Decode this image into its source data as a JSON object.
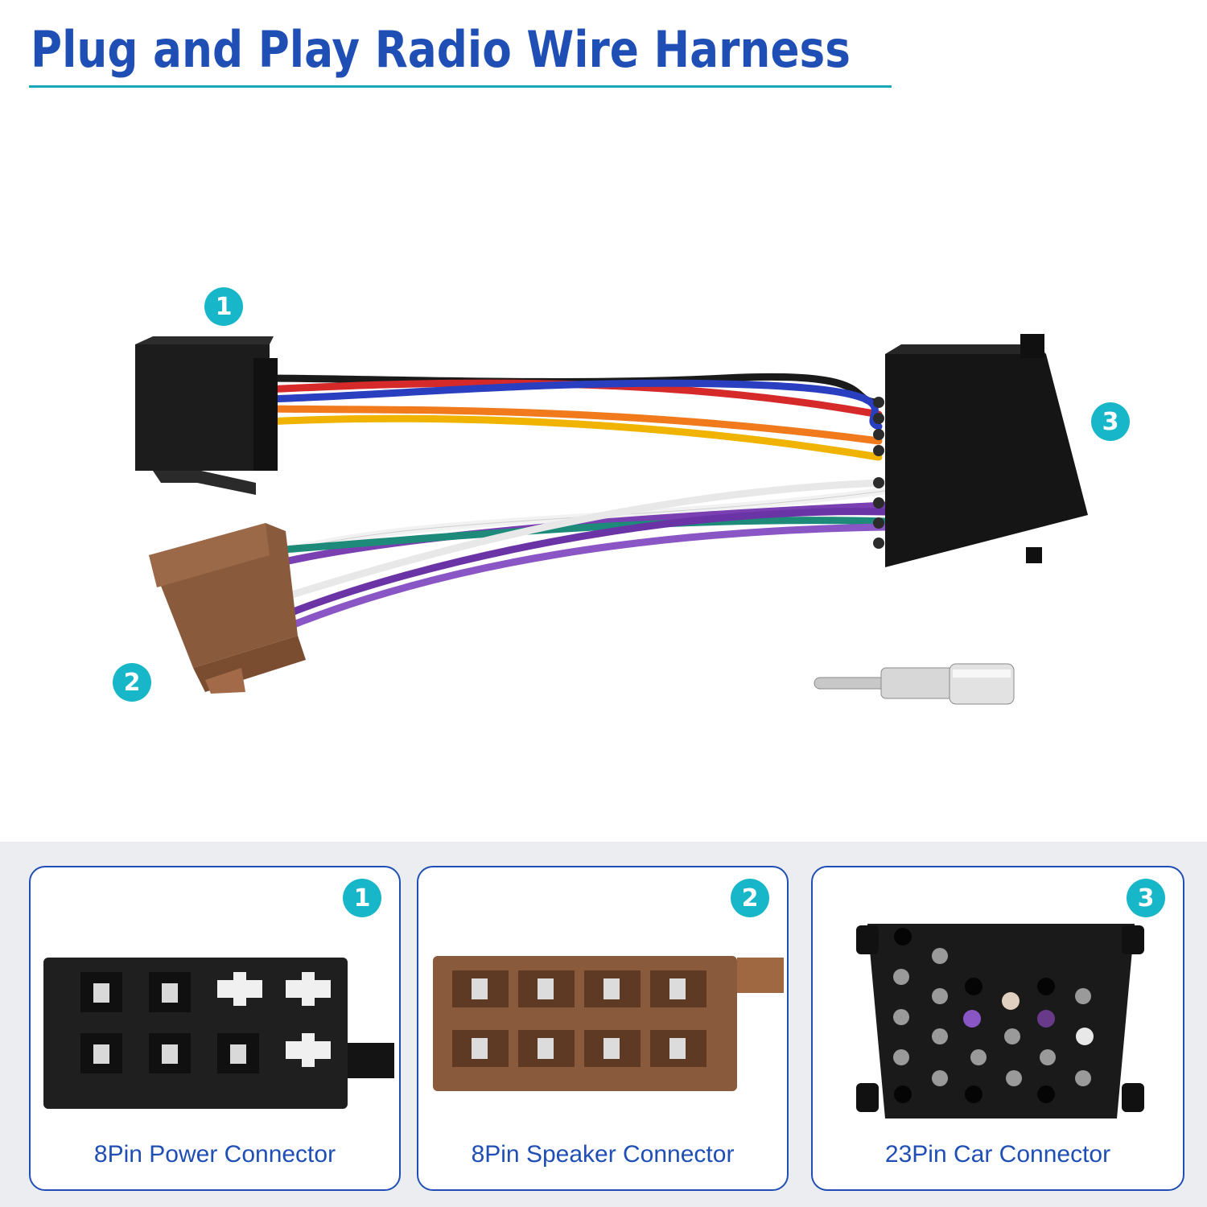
{
  "title": "Plug and Play Radio Wire Harness",
  "callouts": [
    "1",
    "2",
    "3"
  ],
  "cards": [
    {
      "badge": "1",
      "label": "8Pin Power Connector"
    },
    {
      "badge": "2",
      "label": "8Pin Speaker Connector"
    },
    {
      "badge": "3",
      "label": "23Pin Car Connector"
    }
  ],
  "colors": {
    "title": "#1f4fb5",
    "accent": "#17b6c8",
    "power_connector": "#1c1c1c",
    "speaker_connector": "#8a5a3c",
    "car_connector": "#151515",
    "wires": [
      "#d62a2a",
      "#2a3fbf",
      "#1a1a1a",
      "#f07a1c",
      "#f0b400",
      "#f2f2f2",
      "#7a3fb0",
      "#1d8a7a"
    ]
  },
  "icons": [
    "antenna-adapter-icon"
  ]
}
